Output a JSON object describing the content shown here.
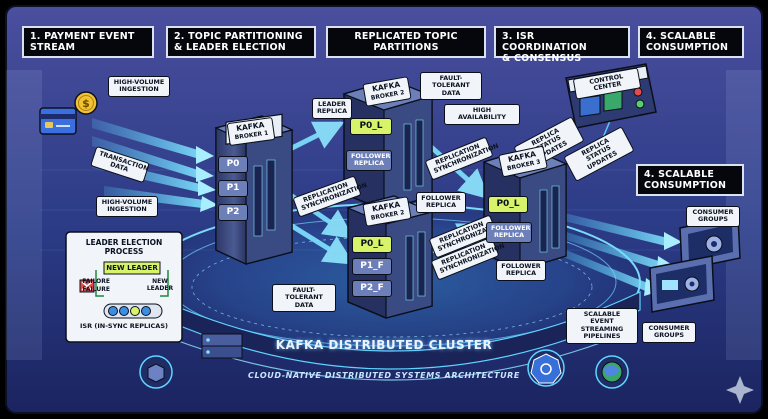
{
  "sections": {
    "s1": "1. PAYMENT EVENT\nSTREAM",
    "s2": "2. TOPIC PARTITIONING\n& LEADER ELECTION",
    "s3": "REPLICATED TOPIC\nPARTITIONS",
    "s4": "3. ISR COORDINATION\n& CONSENSUS",
    "s5": "4.    SCALABLE\nCONSUMPTION",
    "s6": "4.    SCALABLE\nCONSUMPTION"
  },
  "labels": {
    "high_volume_top": "HIGH-VOLUME\nINGESTION",
    "transaction_data": "TRANSACTION\nDATA",
    "high_volume_bottom": "HIGH-VOLUME\nINGESTION",
    "leader_replica": "LEADER\nREPLICA",
    "fault_tolerant_top": "FAULT-TOLERANT\nDATA",
    "high_availability": "HIGH AVAILABILITY",
    "repl_sync_1": "REPLICATION\nSYNCHRONIZATION",
    "repl_sync_2": "REPLICATION\nSYNCHRONIZATION",
    "repl_sync_3": "REPLICATION\nSYNCHRONIZATION",
    "repl_sync_4": "REPLICATION\nSYNCHRONIZATION",
    "follower_replica_1": "FOLLOWER\nREPLICA",
    "follower_replica_2": "FOLLOWER\nREPLICA",
    "fault_tolerant_bottom": "FAULT-TOLERANT\nDATA",
    "replica_status_1": "REPLICA STATUS\nUPDATES",
    "replica_status_2": "REPLICA STATUS\nUPDATES",
    "control_center": "CONTROL CENTER",
    "consumer_groups_top": "CONSUMER\nGROUPS",
    "consumer_groups_bottom": "CONSUMER\nGROUPS",
    "pipelines": "SCALABLE\nEVENT STREAMING\nPIPELINES"
  },
  "election": {
    "title": "LEADER ELECTION\nPROCESS",
    "new_leader": "NEW LEADER",
    "failure": "FAILURE",
    "failure_overlap": "FAILORE",
    "new_leader_side": "NEW\nLEADER",
    "isr": "ISR (IN-SYNC REPLICAS)"
  },
  "brokers": {
    "b1": {
      "name": "KAFKA",
      "sub": "BROKER 1",
      "parts": [
        "P0",
        "P1",
        "P2"
      ]
    },
    "b2_top": {
      "name": "KAFKA",
      "sub": "BROKER 2",
      "parts": [
        "P0_L"
      ],
      "follower": "FOLLOWER\nREPLICA"
    },
    "b2_bottom": {
      "name": "KAFKA",
      "sub": "BROKER 2",
      "parts": [
        "P0_L",
        "P1_F",
        "P2_F"
      ]
    },
    "b3": {
      "name": "KAFKA",
      "sub": "BROKER 3",
      "parts": [
        "P0_L"
      ],
      "follower": "FOLLOWER\nREPLICA"
    }
  },
  "cluster_title": "KAFKA DISTRIBUTED CLUSTER",
  "cloud_title": "CLOUD-NATIVE DISTRIBUTED SYSTEMS ARCHITECTURE",
  "icons": {
    "payment": "dollar-coin-icon",
    "card": "credit-card-icon",
    "kubernetes": "kubernetes-icon",
    "globe": "globe-icon",
    "server": "server-stack-icon",
    "sparkle": "sparkle-icon"
  },
  "colors": {
    "background_top": "#3b3f8f",
    "background_bottom": "#1d2a66",
    "glow": "#5fd4ff",
    "broker_body": "#3a4a7c",
    "partition_green": "#d7f36a",
    "header_bg": "#05070c"
  }
}
